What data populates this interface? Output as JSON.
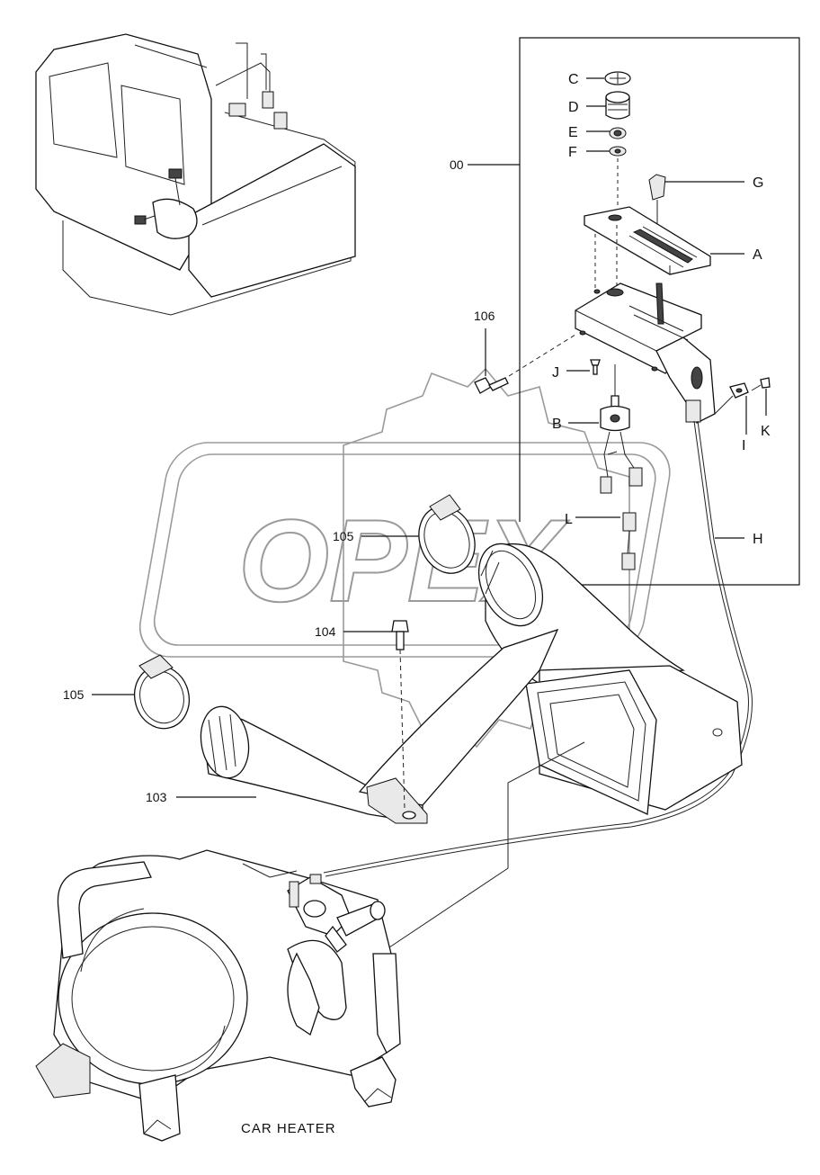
{
  "watermark": "OPEX",
  "caption": "CAR HEATER",
  "callouts": {
    "assembly": "00",
    "c": "C",
    "d": "D",
    "e": "E",
    "f": "F",
    "g": "G",
    "a": "A",
    "j": "J",
    "b": "B",
    "i": "I",
    "k": "K",
    "l": "L",
    "h": "H",
    "n106": "106",
    "n105_top": "105",
    "n104": "104",
    "n105_bottom": "105",
    "n103": "103"
  }
}
